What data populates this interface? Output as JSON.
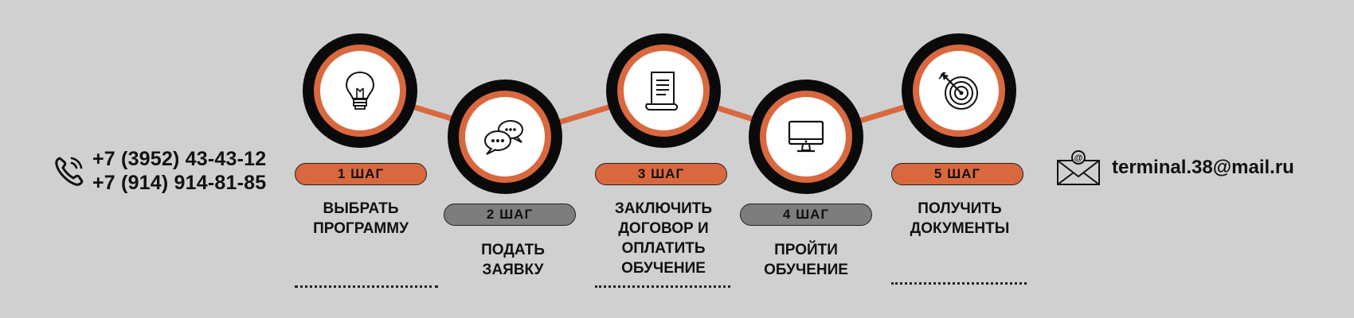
{
  "contact": {
    "phones": [
      "+7 (3952) 43-43-12",
      "+7 (914) 914-81-85"
    ],
    "email": "terminal.38@mail.ru",
    "phone_icon": "phone-icon",
    "email_icon": "envelope-at-icon"
  },
  "steps": [
    {
      "badge": "1 ШАГ",
      "caption": [
        "ВЫБРАТЬ",
        "ПРОГРАММУ"
      ],
      "icon": "lightbulb-icon"
    },
    {
      "badge": "2 ШАГ",
      "caption": [
        "ПОДАТЬ",
        "ЗАЯВКУ"
      ],
      "icon": "chat-bubbles-icon"
    },
    {
      "badge": "3 ШАГ",
      "caption": [
        "ЗАКЛЮЧИТЬ",
        "ДОГОВОР И",
        "ОПЛАТИТЬ",
        "ОБУЧЕНИЕ"
      ],
      "icon": "document-scroll-icon"
    },
    {
      "badge": "4 ШАГ",
      "caption": [
        "ПРОЙТИ",
        "ОБУЧЕНИЕ"
      ],
      "icon": "monitor-icon"
    },
    {
      "badge": "5 ШАГ",
      "caption": [
        "ПОЛУЧИТЬ",
        "ДОКУМЕНТЫ"
      ],
      "icon": "target-icon"
    }
  ],
  "colors": {
    "background": "#d0d0d0",
    "accent": "#d9683f",
    "badge_gray": "#7d7d7d",
    "dark": "#0a0a0a"
  }
}
